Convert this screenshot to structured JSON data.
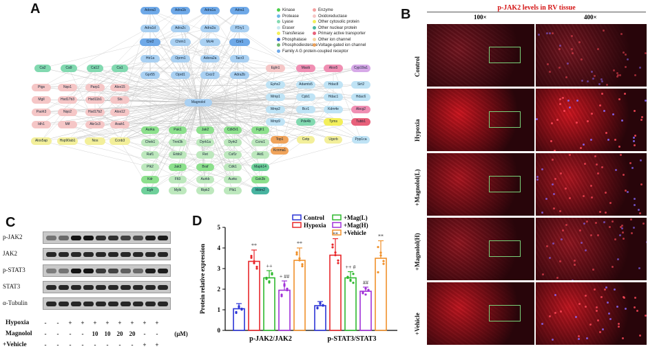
{
  "panels": {
    "a": "A",
    "b": "B",
    "c": "C",
    "d": "D"
  },
  "panelA": {
    "center_node": "Magnolol",
    "nodes": [
      {
        "id": "Adora3",
        "color": "#6fa9e8"
      },
      {
        "id": "Adra1b",
        "color": "#6fa9e8"
      },
      {
        "id": "Adra1a",
        "color": "#6fa9e8"
      },
      {
        "id": "Adra1",
        "color": "#6fa9e8"
      },
      {
        "id": "Adra1d",
        "color": "#a9d0f2"
      },
      {
        "id": "Adra2c",
        "color": "#a9d0f2"
      },
      {
        "id": "Adra2a",
        "color": "#a9d0f2"
      },
      {
        "id": "P2ry1",
        "color": "#a9d0f2"
      },
      {
        "id": "Cnr2",
        "color": "#6fa9e8"
      },
      {
        "id": "Chrm1",
        "color": "#a9d0f2"
      },
      {
        "id": "Mc4r",
        "color": "#a9d0f2"
      },
      {
        "id": "Cnr1",
        "color": "#6fa9e8"
      },
      {
        "id": "Htr1a",
        "color": "#a9d0f2"
      },
      {
        "id": "Oprm1",
        "color": "#a9d0f2"
      },
      {
        "id": "Adora2a",
        "color": "#a9d0f2"
      },
      {
        "id": "Tacr3",
        "color": "#a9d0f2"
      },
      {
        "id": "Gpr55",
        "color": "#a9d0f2"
      },
      {
        "id": "Oprd1",
        "color": "#a9d0f2"
      },
      {
        "id": "Cxcr2",
        "color": "#a9d0f2"
      },
      {
        "id": "Adra2b",
        "color": "#a9d0f2"
      },
      {
        "id": "Ca2",
        "color": "#82d9b0"
      },
      {
        "id": "Ca9",
        "color": "#82d9b0"
      },
      {
        "id": "Ca12",
        "color": "#82d9b0"
      },
      {
        "id": "Ca1",
        "color": "#82d9b0"
      },
      {
        "id": "Ptgs",
        "color": "#f5c6c6"
      },
      {
        "id": "Nqo1",
        "color": "#f5c6c6"
      },
      {
        "id": "Parp1",
        "color": "#f5c6c6"
      },
      {
        "id": "Alox15",
        "color": "#f5c6c6"
      },
      {
        "id": "Mgll",
        "color": "#f5c6c6"
      },
      {
        "id": "Hsd17b3",
        "color": "#f5c6c6"
      },
      {
        "id": "Hsd11b1",
        "color": "#f5c6c6"
      },
      {
        "id": "Sts",
        "color": "#f5c6c6"
      },
      {
        "id": "Paoh3",
        "color": "#f5c6c6"
      },
      {
        "id": "Nqo2",
        "color": "#f5c6c6"
      },
      {
        "id": "Hsd17b2",
        "color": "#f5c6c6"
      },
      {
        "id": "Alox12",
        "color": "#f5c6c6"
      },
      {
        "id": "Idh1",
        "color": "#f5c6c6"
      },
      {
        "id": "Mif",
        "color": "#f5c6c6"
      },
      {
        "id": "Akr1c3",
        "color": "#f5c6c6"
      },
      {
        "id": "Asah1",
        "color": "#f5c6c6"
      },
      {
        "id": "Alox5ap",
        "color": "#f3ef9a"
      },
      {
        "id": "Hsp90ab1",
        "color": "#f3ef9a"
      },
      {
        "id": "Nos",
        "color": "#f3ef9a"
      },
      {
        "id": "Ccnb3",
        "color": "#f3ef9a"
      },
      {
        "id": "Egln1",
        "color": "#f5c6c6"
      },
      {
        "id": "Maob",
        "color": "#f08fb3"
      },
      {
        "id": "Alox5",
        "color": "#f08fb3"
      },
      {
        "id": "Cyp19a1",
        "color": "#d7a9e8"
      },
      {
        "id": "Ephx2",
        "color": "#bfe3f5"
      },
      {
        "id": "Adamts5",
        "color": "#bfe3f5"
      },
      {
        "id": "Hdac8",
        "color": "#bfe3f5"
      },
      {
        "id": "Sirt2",
        "color": "#bfe3f5"
      },
      {
        "id": "Mmp1",
        "color": "#bfe3f5"
      },
      {
        "id": "Cpb1",
        "color": "#bfe3f5"
      },
      {
        "id": "Hdac1",
        "color": "#bfe3f5"
      },
      {
        "id": "Hdac6",
        "color": "#bfe3f5"
      },
      {
        "id": "Mmp2",
        "color": "#bfe3f5"
      },
      {
        "id": "Bcr1",
        "color": "#bfe3f5"
      },
      {
        "id": "Kdm4e",
        "color": "#bfe3f5"
      },
      {
        "id": "Abcg2",
        "color": "#f08fb3"
      },
      {
        "id": "Mmp9",
        "color": "#bfe3f5"
      },
      {
        "id": "Pde4b",
        "color": "#82d9b0"
      },
      {
        "id": "Tyms",
        "color": "#f3ef5a"
      },
      {
        "id": "Tubb1",
        "color": "#e8607a"
      },
      {
        "id": "Aurka",
        "color": "#8de08d"
      },
      {
        "id": "Pak1",
        "color": "#8de08d"
      },
      {
        "id": "Jak2",
        "color": "#8de08d"
      },
      {
        "id": "Cdk5r1",
        "color": "#8de08d"
      },
      {
        "id": "Fgfr1",
        "color": "#8de08d"
      },
      {
        "id": "Chek1",
        "color": "#bde8bd"
      },
      {
        "id": "Tnni3k",
        "color": "#bde8bd"
      },
      {
        "id": "Dyrk1a",
        "color": "#bde8bd"
      },
      {
        "id": "Dyrk2",
        "color": "#bde8bd"
      },
      {
        "id": "Ccnc1",
        "color": "#bde8bd"
      },
      {
        "id": "Raf1",
        "color": "#bde8bd"
      },
      {
        "id": "Erbb2",
        "color": "#bde8bd"
      },
      {
        "id": "Ret",
        "color": "#bde8bd"
      },
      {
        "id": "Csf1r",
        "color": "#bde8bd"
      },
      {
        "id": "Akt1",
        "color": "#bde8bd"
      },
      {
        "id": "Plk2",
        "color": "#bde8bd"
      },
      {
        "id": "Jak3",
        "color": "#8de08d"
      },
      {
        "id": "Braf",
        "color": "#8de08d"
      },
      {
        "id": "Cdk1",
        "color": "#bde8bd"
      },
      {
        "id": "Mapk14",
        "color": "#6fd09a"
      },
      {
        "id": "Kdr",
        "color": "#8de08d"
      },
      {
        "id": "Flt3",
        "color": "#bde8bd"
      },
      {
        "id": "Aurkb",
        "color": "#bde8bd"
      },
      {
        "id": "Aurkc",
        "color": "#bde8bd"
      },
      {
        "id": "Gsk3b",
        "color": "#8de08d"
      },
      {
        "id": "Egfr",
        "color": "#6fd09a"
      },
      {
        "id": "Mylk",
        "color": "#bde8bd"
      },
      {
        "id": "Ripk2",
        "color": "#bde8bd"
      },
      {
        "id": "Plk1",
        "color": "#bde8bd"
      },
      {
        "id": "Mdm2",
        "color": "#48b4a0"
      },
      {
        "id": "Top1",
        "color": "#f0a35a"
      },
      {
        "id": "Kcnma1",
        "color": "#f0a35a"
      },
      {
        "id": "Cetp",
        "color": "#f3ef9a"
      },
      {
        "id": "Ugcrb",
        "color": "#f3ef9a"
      },
      {
        "id": "Ppp1ca",
        "color": "#bfe3f5"
      }
    ],
    "legend": [
      {
        "label": "Kinase",
        "color": "#4ccf4c"
      },
      {
        "label": "Enzyme",
        "color": "#f5a0a0"
      },
      {
        "label": "Protease",
        "color": "#6fb8e8"
      },
      {
        "label": "Oxidoreductase",
        "color": "#f5c6c6"
      },
      {
        "label": "Lyase",
        "color": "#82d9b0"
      },
      {
        "label": "Other cytosolic protein",
        "color": "#f3ef5a"
      },
      {
        "label": "Eraser",
        "color": "#c8e8f0"
      },
      {
        "label": "Other nuclear protein",
        "color": "#48b4a0"
      },
      {
        "label": "Transferase",
        "color": "#f3ef5a"
      },
      {
        "label": "Primary active transporter",
        "color": "#e8607a"
      },
      {
        "label": "Phosphatase",
        "color": "#3b6bd8"
      },
      {
        "label": "Other ion channel",
        "color": "#f5d3a0"
      },
      {
        "label": "Phosphodiesterase",
        "color": "#6fb86f"
      },
      {
        "label": "Voltage-gated ion channel",
        "color": "#f0a35a"
      },
      {
        "label": "Family A G protein-coupled receptor",
        "color": "#6fa9e8"
      }
    ]
  },
  "panelB": {
    "title": "p-JAK2 levels in RV tissue",
    "col1": "100×",
    "col2": "400×",
    "rows": [
      "Control",
      "Hypoxia",
      "+Magnolol(L)",
      "+Magnolol(H)",
      "+Vehicle"
    ],
    "row_intensity": [
      0.25,
      0.9,
      0.65,
      0.45,
      0.8
    ]
  },
  "panelC": {
    "blots": [
      "p-JAK2",
      "JAK2",
      "p-STAT3",
      "STAT3",
      "α-Tubulin"
    ],
    "band_intensity": [
      [
        0.45,
        0.5,
        0.95,
        0.95,
        0.8,
        0.8,
        0.7,
        0.65,
        0.9,
        0.9
      ],
      [
        0.85,
        0.85,
        0.85,
        0.85,
        0.85,
        0.85,
        0.85,
        0.85,
        0.85,
        0.85
      ],
      [
        0.4,
        0.45,
        0.95,
        0.95,
        0.75,
        0.7,
        0.55,
        0.5,
        0.9,
        0.9
      ],
      [
        0.85,
        0.85,
        0.85,
        0.85,
        0.85,
        0.85,
        0.85,
        0.85,
        0.85,
        0.85
      ],
      [
        0.85,
        0.85,
        0.85,
        0.85,
        0.85,
        0.85,
        0.85,
        0.85,
        0.85,
        0.85
      ]
    ],
    "conditions": [
      {
        "label": "Hypoxia",
        "values": [
          "-",
          "-",
          "+",
          "+",
          "+",
          "+",
          "+",
          "+",
          "+",
          "+"
        ]
      },
      {
        "label": "Magnolol",
        "values": [
          "-",
          "-",
          "-",
          "-",
          "10",
          "10",
          "20",
          "20",
          "-",
          "-"
        ],
        "unit": "(μM)"
      },
      {
        "label": "+Vehicle",
        "values": [
          "-",
          "-",
          "-",
          "-",
          "-",
          "-",
          "-",
          "-",
          "+",
          "+"
        ]
      }
    ]
  },
  "chart_data": {
    "type": "bar",
    "ylabel": "Protein relative expression",
    "ylim": [
      0,
      5
    ],
    "yticks": [
      "0",
      "1",
      "2",
      "3",
      "4",
      "5"
    ],
    "categories": [
      "p-JAK2/JAK2",
      "p-STAT3/STAT3"
    ],
    "series": [
      {
        "name": "Control",
        "color": "#2a33d6",
        "values": [
          1.05,
          1.2
        ],
        "err": [
          0.25,
          0.2
        ],
        "ann": [
          "",
          ""
        ]
      },
      {
        "name": "Hypoxia",
        "color": "#e8262a",
        "values": [
          3.35,
          3.65
        ],
        "err": [
          0.55,
          0.8
        ],
        "ann": [
          "**",
          "**"
        ]
      },
      {
        "name": "+Mag(L)",
        "color": "#2db82d",
        "values": [
          2.55,
          2.55
        ],
        "err": [
          0.35,
          0.3
        ],
        "ann": [
          "++",
          "++ #"
        ]
      },
      {
        "name": "+Mag(H)",
        "color": "#a030d8",
        "values": [
          1.95,
          1.9
        ],
        "err": [
          0.45,
          0.2
        ],
        "ann": [
          "+ ##",
          "##"
        ]
      },
      {
        "name": "+Vehicle",
        "color": "#f0902a",
        "values": [
          3.4,
          3.5
        ],
        "err": [
          0.6,
          0.85
        ],
        "ann": [
          "**",
          "**"
        ]
      }
    ]
  }
}
